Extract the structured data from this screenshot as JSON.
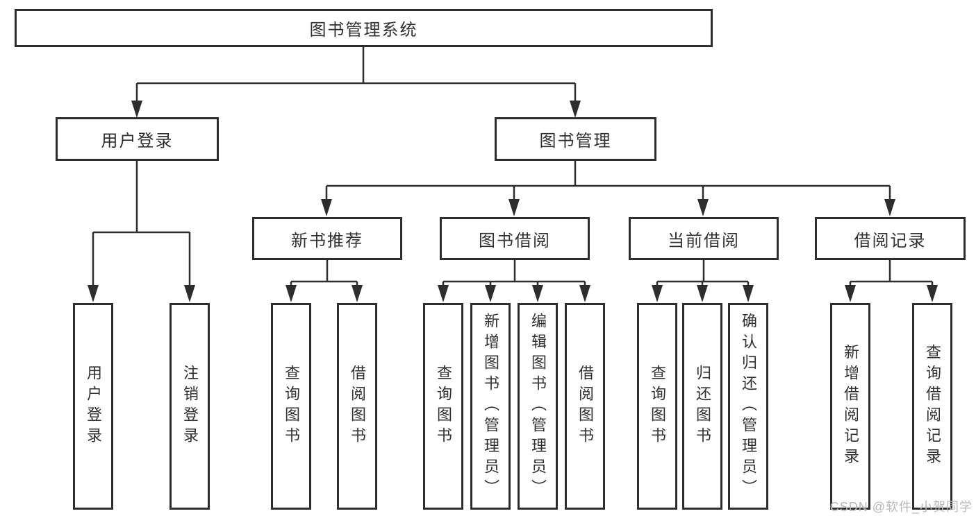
{
  "diagram_title": "图书管理系统",
  "watermark": "CSDN @软件_小贺同学",
  "colors": {
    "line": "#2d2d2d",
    "box_border": "#2d2d2d",
    "box_fill": "#ffffff",
    "text": "#303030",
    "watermark": "#b9b9b9",
    "background": "#ffffff"
  },
  "nodes": {
    "root": {
      "label": "图书管理系统"
    },
    "user_login": {
      "label": "用户登录"
    },
    "book_mgmt": {
      "label": "图书管理"
    },
    "new_book_rec": {
      "label": "新书推荐"
    },
    "book_borrow": {
      "label": "图书借阅"
    },
    "current_borrow": {
      "label": "当前借阅"
    },
    "borrow_record": {
      "label": "借阅记录"
    },
    "leaf_user_login": {
      "label": "用户登录"
    },
    "leaf_logout": {
      "label": "注销登录"
    },
    "nb_query_book": {
      "label": "查询图书"
    },
    "nb_borrow_book": {
      "label": "借阅图书"
    },
    "bb_query_book": {
      "label": "查询图书"
    },
    "bb_add_book": {
      "label": "新增图书（管理员）"
    },
    "bb_edit_book": {
      "label": "编辑图书（管理员）"
    },
    "bb_borrow_book": {
      "label": "借阅图书"
    },
    "cb_query_book": {
      "label": "查询图书"
    },
    "cb_return_book": {
      "label": "归还图书"
    },
    "cb_confirm_return": {
      "label": "确认归还（管理员）"
    },
    "br_add_record": {
      "label": "新增借阅记录"
    },
    "br_query_record": {
      "label": "查询借阅记录"
    }
  },
  "tree": [
    {
      "parent": "图书管理系统",
      "children": [
        "用户登录",
        "图书管理"
      ]
    },
    {
      "parent": "用户登录",
      "children": [
        "用户登录",
        "注销登录"
      ]
    },
    {
      "parent": "图书管理",
      "children": [
        "新书推荐",
        "图书借阅",
        "当前借阅",
        "借阅记录"
      ]
    },
    {
      "parent": "新书推荐",
      "children": [
        "查询图书",
        "借阅图书"
      ]
    },
    {
      "parent": "图书借阅",
      "children": [
        "查询图书",
        "新增图书（管理员）",
        "编辑图书（管理员）",
        "借阅图书"
      ]
    },
    {
      "parent": "当前借阅",
      "children": [
        "查询图书",
        "归还图书",
        "确认归还（管理员）"
      ]
    },
    {
      "parent": "借阅记录",
      "children": [
        "新增借阅记录",
        "查询借阅记录"
      ]
    }
  ]
}
